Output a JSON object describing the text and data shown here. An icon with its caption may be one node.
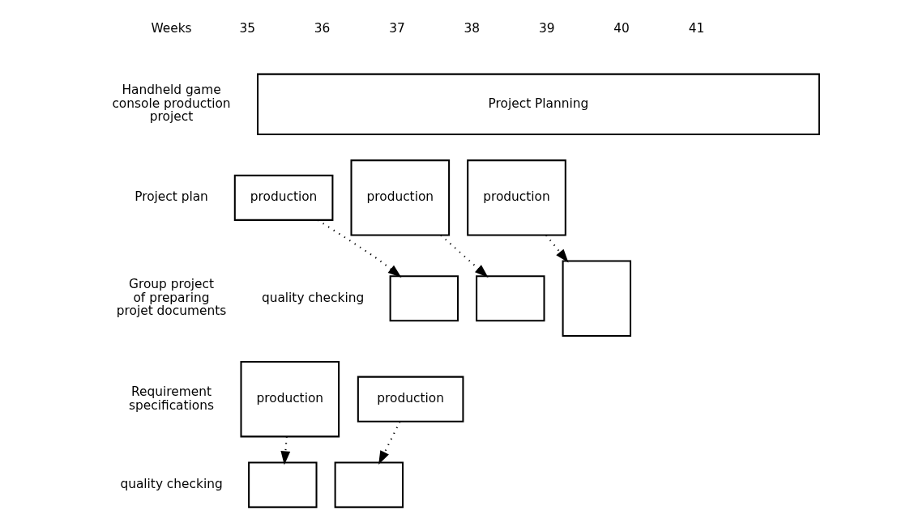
{
  "diagram": {
    "nodes": [
      {
        "text": [
          "Project Planning"
        ]
      },
      {
        "text": [
          "production"
        ]
      },
      {
        "text": [
          "production"
        ]
      },
      {
        "text": [
          "production"
        ]
      },
      {
        "text": [],
        "shape": "box"
      },
      {
        "text": [],
        "shape": "box"
      },
      {
        "text": [],
        "shape": "box"
      },
      {
        "text": [
          "production"
        ]
      },
      {
        "text": [
          "production"
        ]
      },
      {
        "text": [],
        "shape": "box"
      },
      {
        "text": [],
        "shape": "box"
      }
    ],
    "edges": [
      {
        "from": 1,
        "to": 4,
        "arrow": "to",
        "style": "dashed"
      },
      {
        "from": 2,
        "to": 5,
        "arrow": "to",
        "style": "dashed"
      },
      {
        "from": 3,
        "to": 6,
        "arrow": "to",
        "style": "dashed"
      },
      {
        "from": 7,
        "to": 9,
        "arrow": "to",
        "style": "dashed"
      },
      {
        "from": 8,
        "to": 10,
        "arrow": "to",
        "style": "dashed"
      }
    ],
    "labels": [
      "Weeks",
      "35",
      "36",
      "37",
      "38",
      "39",
      "40",
      "41",
      "Handheld game console production project",
      "Project plan",
      "Group project of preparing projet documents",
      "quality checking",
      "Requirement specifications",
      "quality checking"
    ]
  }
}
